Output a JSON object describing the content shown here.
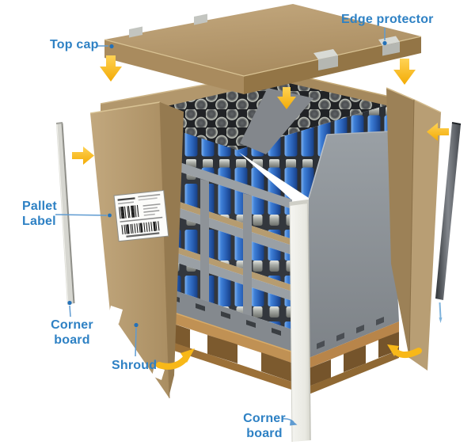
{
  "diagram": {
    "callouts": {
      "top_cap": {
        "text": "Top cap"
      },
      "edge_protector": {
        "text": "Edge protector"
      },
      "pallet_label": {
        "lines": [
          "Pallet",
          "Label"
        ]
      },
      "corner_board_left": {
        "lines": [
          "Corner",
          "board"
        ]
      },
      "shroud": {
        "text": "Shroud"
      },
      "corner_board_bottom": {
        "lines": [
          "Corner",
          "board"
        ]
      }
    },
    "arrows": [
      {
        "name": "drop-arrow-left",
        "direction": "down"
      },
      {
        "name": "drop-arrow-right",
        "direction": "down"
      },
      {
        "name": "drop-arrow-stack",
        "direction": "down"
      },
      {
        "name": "fold-arrow-left-shroud",
        "direction": "right"
      },
      {
        "name": "fold-arrow-right-shroud",
        "direction": "left"
      },
      {
        "name": "swing-arrow-shroud",
        "direction": "curved-up-right"
      },
      {
        "name": "swing-arrow-right-panel",
        "direction": "curved-up-left"
      }
    ],
    "colors": {
      "callout_text": "#2E81C4",
      "leader_line": "#5F9BD1",
      "arrow_yellow": "#F8B818",
      "cardboard": "#B79C72",
      "cardboard_shadow": "#9C8258",
      "tray_gray": "#8F9499",
      "bottle_blue": "#2F74CC",
      "wood_pallet": "#B08044",
      "corner_board_white": "#ECECE8",
      "corner_board_dark": "#4A4E52",
      "corner_board_gray": "#D3D3CD"
    }
  }
}
